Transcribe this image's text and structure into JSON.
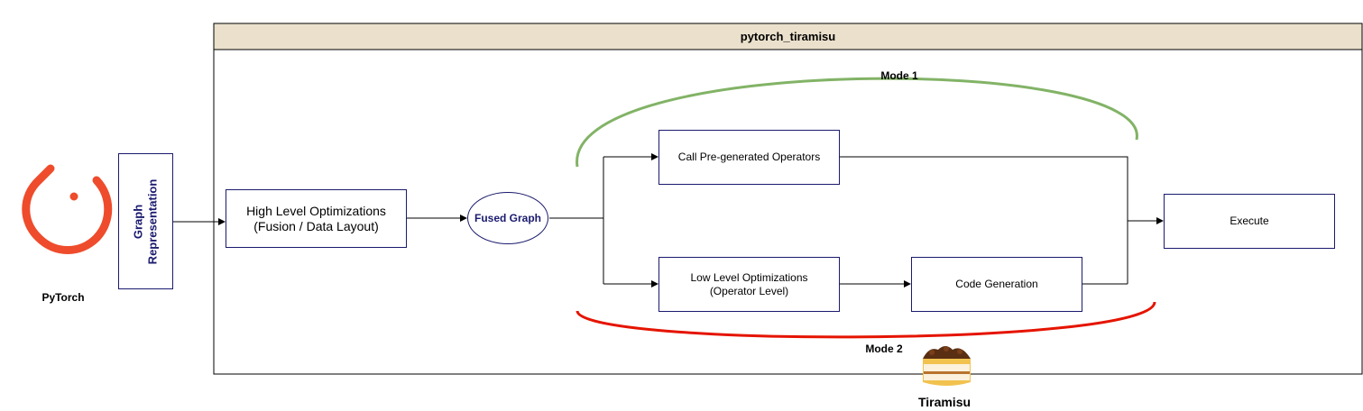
{
  "pytorch": {
    "label": "PyTorch",
    "color": "#EE4C2C"
  },
  "graph_representation": {
    "line1": "Graph",
    "line2": "Representation"
  },
  "container": {
    "title": "pytorch_tiramisu",
    "header_color": "#EAE0CC"
  },
  "high_level": {
    "line1": "High Level Optimizations",
    "line2": "(Fusion / Data Layout)"
  },
  "fused_graph": {
    "label": "Fused Graph"
  },
  "call_pregenerated": {
    "label": "Call Pre-generated Operators"
  },
  "low_level": {
    "line1": "Low Level Optimizations",
    "line2": "(Operator Level)"
  },
  "code_generation": {
    "label": "Code Generation"
  },
  "execute": {
    "label": "Execute"
  },
  "mode1": {
    "label": "Mode 1",
    "color": "#82B366"
  },
  "mode2": {
    "label": "Mode 2",
    "color": "#E51400"
  },
  "tiramisu": {
    "label": "Tiramisu"
  }
}
